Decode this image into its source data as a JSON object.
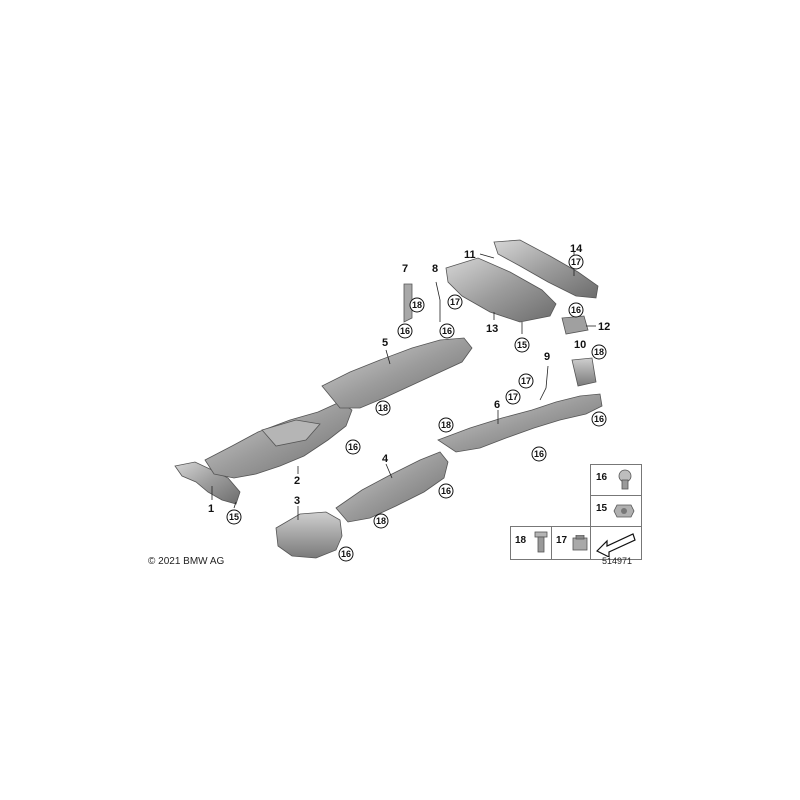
{
  "copyright": "© 2021 BMW AG",
  "diagram_number": "514971",
  "callouts": [
    "1",
    "2",
    "3",
    "4",
    "5",
    "6",
    "7",
    "8",
    "9",
    "10",
    "11",
    "12",
    "13",
    "14"
  ],
  "circled": [
    "15",
    "16",
    "17",
    "18"
  ],
  "legend": {
    "item16": "16",
    "item15": "15",
    "item18": "18",
    "item17": "17"
  },
  "colors": {
    "part_fill": "#9a9a9a",
    "part_light": "#c8c8c8",
    "part_dark": "#6e6e6e"
  }
}
